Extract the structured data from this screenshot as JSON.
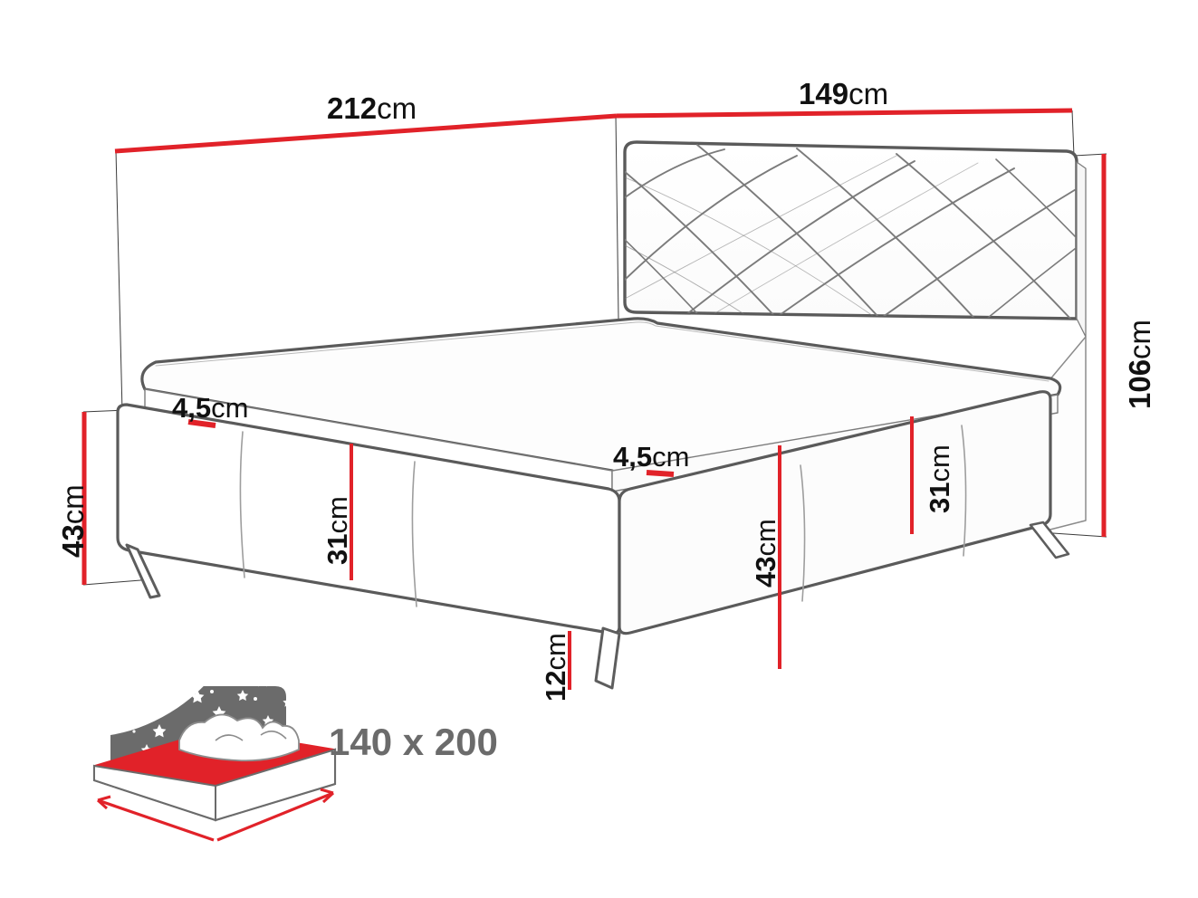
{
  "drawing": {
    "title": "bed-dimension-technical-drawing",
    "colors": {
      "dimension_red": "#e12229",
      "outline_dark": "#555555",
      "outline_light": "#9a9a9a",
      "icon_gray": "#6b6b6b",
      "background": "#ffffff"
    }
  },
  "dimensions": {
    "length": {
      "value": "212",
      "unit": "cm",
      "label": "212cm",
      "orientation": "horizontal",
      "position": "top-left"
    },
    "width": {
      "value": "149",
      "unit": "cm",
      "label": "149cm",
      "orientation": "horizontal",
      "position": "top-right"
    },
    "total_height": {
      "value": "106",
      "unit": "cm",
      "label": "106cm",
      "orientation": "vertical",
      "position": "right"
    },
    "side_height_left": {
      "value": "43",
      "unit": "cm",
      "label": "43cm",
      "orientation": "vertical",
      "position": "left"
    },
    "side_height_right": {
      "value": "43",
      "unit": "cm",
      "label": "43cm",
      "orientation": "vertical",
      "position": "right-front"
    },
    "mattress_thickness_front": {
      "value": "4,5",
      "unit": "cm",
      "label": "4,5cm",
      "orientation": "horizontal",
      "position": "upper-left"
    },
    "mattress_thickness_side": {
      "value": "4,5",
      "unit": "cm",
      "label": "4,5cm",
      "orientation": "horizontal",
      "position": "center"
    },
    "base_height_left": {
      "value": "31",
      "unit": "cm",
      "label": "31cm",
      "orientation": "vertical",
      "position": "front-left"
    },
    "base_height_right": {
      "value": "31",
      "unit": "cm",
      "label": "31cm",
      "orientation": "vertical",
      "position": "right"
    },
    "leg_height": {
      "value": "12",
      "unit": "cm",
      "label": "12cm",
      "orientation": "vertical",
      "position": "bottom-center"
    }
  },
  "mattress_icon": {
    "size_label": "140 x 200",
    "icon_name": "mattress-with-pillows-and-night-sky"
  }
}
